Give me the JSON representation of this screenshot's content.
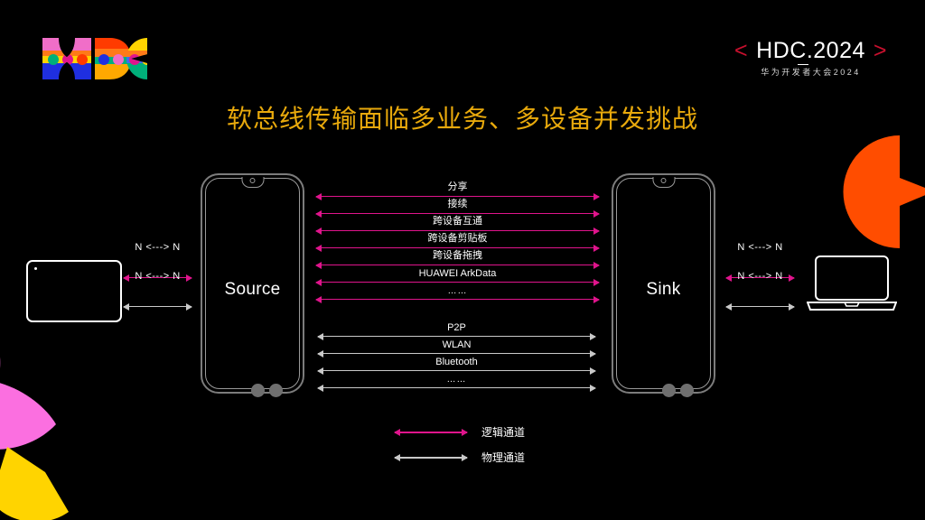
{
  "branding": {
    "mdc_logo_alt": "MDC",
    "hdc_bracket_left": "<",
    "hdc_bracket_right": ">",
    "hdc_title": "HDC.2024",
    "hdc_subtitle": "华为开发者大会2024",
    "hdc_accent_color": "#c8102e"
  },
  "title": "软总线传输面临多业务、多设备并发挑战",
  "title_color": "#e8a90c",
  "devices": {
    "tablet_label": "",
    "source_label": "Source",
    "sink_label": "Sink",
    "laptop_label": ""
  },
  "logical_color": "#e0148c",
  "physical_color": "#c9c9c9",
  "logical_channels": [
    {
      "label": "分享"
    },
    {
      "label": "接续"
    },
    {
      "label": "跨设备互通"
    },
    {
      "label": "跨设备剪贴板"
    },
    {
      "label": "跨设备拖拽"
    },
    {
      "label": "HUAWEI ArkData"
    },
    {
      "label": "……"
    }
  ],
  "physical_channels": [
    {
      "label": "P2P"
    },
    {
      "label": "WLAN"
    },
    {
      "label": "Bluetooth"
    },
    {
      "label": "……"
    }
  ],
  "side_labels": {
    "left_logical": "N <---> N",
    "left_physical": "N <---> N",
    "right_logical": "N <---> N",
    "right_physical": "N <---> N"
  },
  "legend": [
    {
      "label": "逻辑通道",
      "color": "#e0148c"
    },
    {
      "label": "物理通道",
      "color": "#c9c9c9"
    }
  ]
}
